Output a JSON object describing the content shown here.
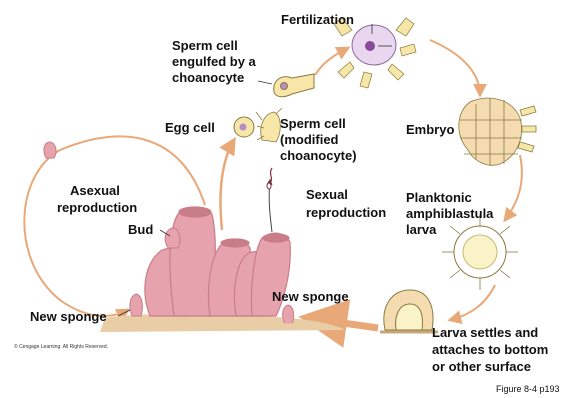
{
  "labels": {
    "fertilization": "Fertilization",
    "sperm_engulfed": [
      "Sperm cell",
      "engulfed by a",
      "choanocyte"
    ],
    "egg_cell": "Egg cell",
    "sperm_cell": [
      "Sperm cell",
      "(modified",
      "choanocyte)"
    ],
    "embryo": "Embryo",
    "asexual": [
      "Asexual",
      "reproduction"
    ],
    "bud": "Bud",
    "sexual": [
      "Sexual",
      "reproduction"
    ],
    "planktonic": [
      "Planktonic",
      "amphiblastula",
      "larva"
    ],
    "new_sponge_left": "New sponge",
    "new_sponge_right": "New sponge",
    "larva_settles": [
      "Larva settles and",
      "attaches to bottom",
      "or other surface"
    ]
  },
  "copyright": "© Cengage Learning. All Rights Reserved.",
  "figure_caption": "Figure 8-4 p193",
  "colors": {
    "arrow": "#e8a878",
    "sponge_fill": "#e7a3ad",
    "sponge_dark": "#c97d88",
    "cell_fill": "#f6e6a8",
    "cell_outline": "#8a7a40",
    "nucleus": "#b98bc4",
    "seabed": "#e8cda6"
  }
}
